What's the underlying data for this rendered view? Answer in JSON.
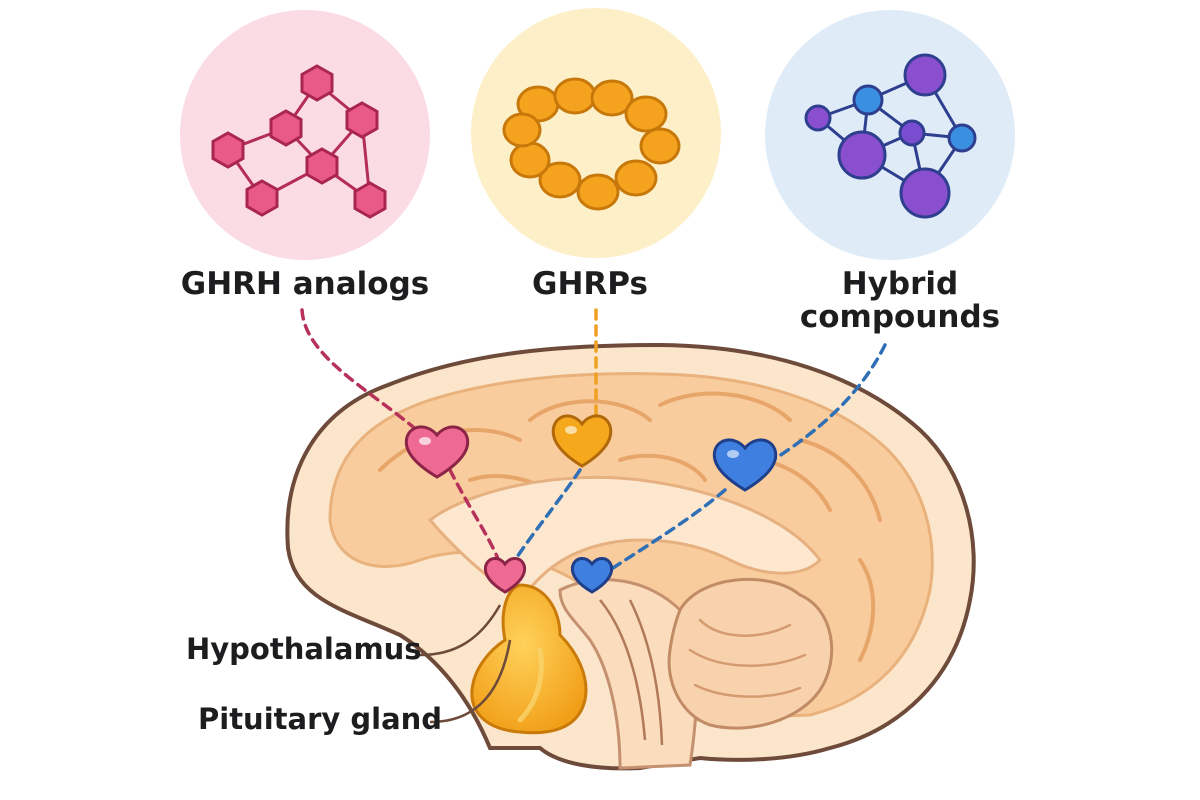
{
  "categories": [
    {
      "id": "ghrh",
      "label": "GHRH analogs",
      "icon": "hexagon-molecule-icon",
      "color": "#d94876",
      "bg": "#fbdbe4"
    },
    {
      "id": "ghrps",
      "label": "GHRPs",
      "icon": "ring-peptide-icon",
      "color": "#f0a020",
      "bg": "#fdf0c8"
    },
    {
      "id": "hybrid",
      "label": "Hybrid compounds",
      "label_lines": [
        "Hybrid",
        "compounds"
      ],
      "icon": "ball-molecule-icon",
      "color": "#3b6fc4",
      "bg": "#dceaf7"
    }
  ],
  "anatomy": {
    "hypothalamus": "Hypothalamus",
    "pituitary": "Pituitary gland"
  },
  "colors": {
    "brain_fill": "#fbe3c7",
    "brain_inner": "#f6c28f",
    "brain_outline": "#6e4a3a",
    "pituitary": "#f5a623"
  }
}
